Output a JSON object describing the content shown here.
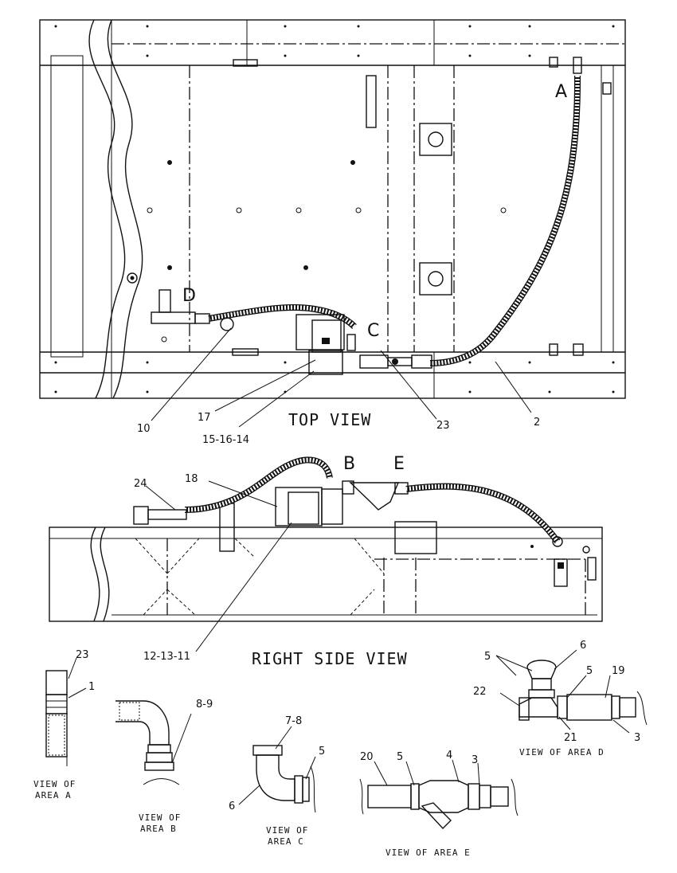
{
  "views": {
    "top_view": "TOP VIEW",
    "right_side_view": "RIGHT SIDE VIEW",
    "area_a": {
      "line1": "VIEW OF",
      "line2": "AREA A"
    },
    "area_b": {
      "line1": "VIEW OF",
      "line2": "AREA B"
    },
    "area_c": {
      "line1": "VIEW OF",
      "line2": "AREA C"
    },
    "area_d": "VIEW OF AREA D",
    "area_e": "VIEW OF AREA E"
  },
  "area_letters": {
    "a": "A",
    "b": "B",
    "c": "C",
    "d": "D",
    "e": "E"
  },
  "callouts": {
    "top": {
      "c10": "10",
      "c17": "17",
      "c15_16_14": "15-16-14",
      "c23": "23",
      "c2": "2"
    },
    "side": {
      "c24": "24",
      "c18": "18",
      "c12_13_11": "12-13-11"
    },
    "area_a": {
      "c23": "23",
      "c1": "1"
    },
    "area_b": {
      "c8_9": "8-9"
    },
    "area_c": {
      "c7_8": "7-8",
      "c5": "5",
      "c6": "6"
    },
    "area_d": {
      "c5a": "5",
      "c6": "6",
      "c5b": "5",
      "c19": "19",
      "c22": "22",
      "c21": "21",
      "c3": "3"
    },
    "area_e": {
      "c20": "20",
      "c5": "5",
      "c4": "4",
      "c3": "3"
    }
  }
}
